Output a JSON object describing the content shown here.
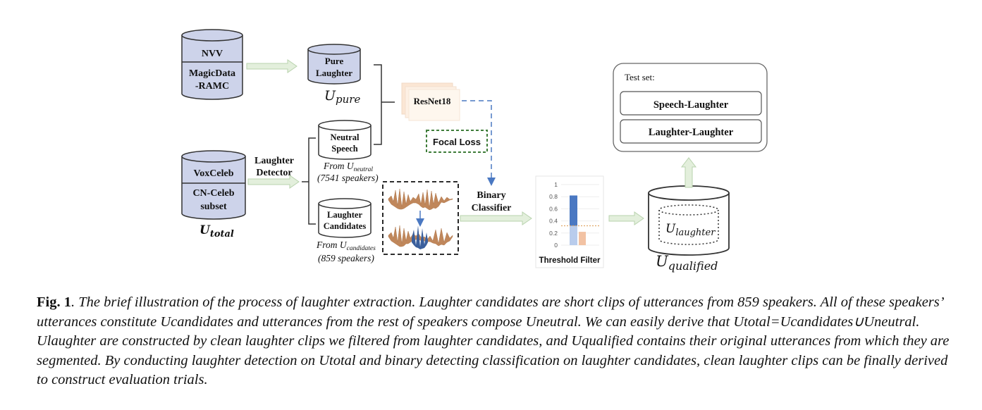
{
  "diagram": {
    "sources_top": {
      "upper": "NVV",
      "lower_line1": "MagicData",
      "lower_line2": "-RAMC"
    },
    "pure_laughter": {
      "line1": "Pure",
      "line2": "Laughter",
      "label": "U",
      "label_sub": "pure"
    },
    "sources_bottom": {
      "upper": "VoxCeleb",
      "lower_line1": "CN-Celeb",
      "lower_line2": "subset",
      "label": "U",
      "label_sub": "total"
    },
    "laughter_detector": {
      "line1": "Laughter",
      "line2": "Detector"
    },
    "neutral_speech": {
      "line1": "Neutral",
      "line2": "Speech",
      "from_text": "From U",
      "from_sub": "neutral",
      "speakers": "(7541 speakers)"
    },
    "laughter_candidates": {
      "line1": "Laughter",
      "line2": "Candidates",
      "from_text": "From U",
      "from_sub": "candidates",
      "speakers": "(859 speakers)"
    },
    "resnet": "ResNet18",
    "focal_loss": "Focal Loss",
    "binary_classifier": {
      "line1": "Binary",
      "line2": "Classifier"
    },
    "threshold_filter": {
      "title": "Threshold Filter",
      "ticks": [
        "0",
        "0.2",
        "0.4",
        "0.6",
        "0.8",
        "1"
      ],
      "threshold": 0.32,
      "bars": [
        {
          "upper": 0.82,
          "lower": 0.32,
          "color_top": "#4a78c2",
          "color_bottom": "#b9ccec"
        },
        {
          "upper": 0.22,
          "lower": 0,
          "color_top": "#f2c2a3",
          "color_bottom": "#f2c2a3"
        }
      ]
    },
    "test_set": {
      "title": "Test set:",
      "item1": "Speech-Laughter",
      "item2": "Laughter-Laughter"
    },
    "qualified": {
      "inner_label": "U",
      "inner_sub": "laughter",
      "label": "U",
      "label_sub": "qualified"
    },
    "colors": {
      "cylinder_fill": "#cdd3ea",
      "arrow_fill": "#e3efdc",
      "arrow_stroke": "#b9d3ae",
      "focal_border": "#3f7d3a",
      "dashed_blue": "#4a78c2",
      "wave_brown": "#c0875b",
      "wave_blue": "#3a5f9c"
    }
  },
  "caption": {
    "label": "Fig. 1",
    "text": ". The brief illustration of the process of laughter extraction. Laughter candidates are short clips of utterances from 859 speakers. All of these speakers’ utterances constitute Ucandidates and utterances from the rest of speakers compose Uneutral. We can easily derive that Utotal=Ucandidates∪Uneutral. Ulaughter are constructed by clean laughter clips we filtered from laughter candidates, and Uqualified contains their original utterances from which they are segmented. By conducting laughter detection on Utotal and binary detecting classification on laughter candidates, clean laughter clips can be finally derived to construct evaluation trials."
  }
}
